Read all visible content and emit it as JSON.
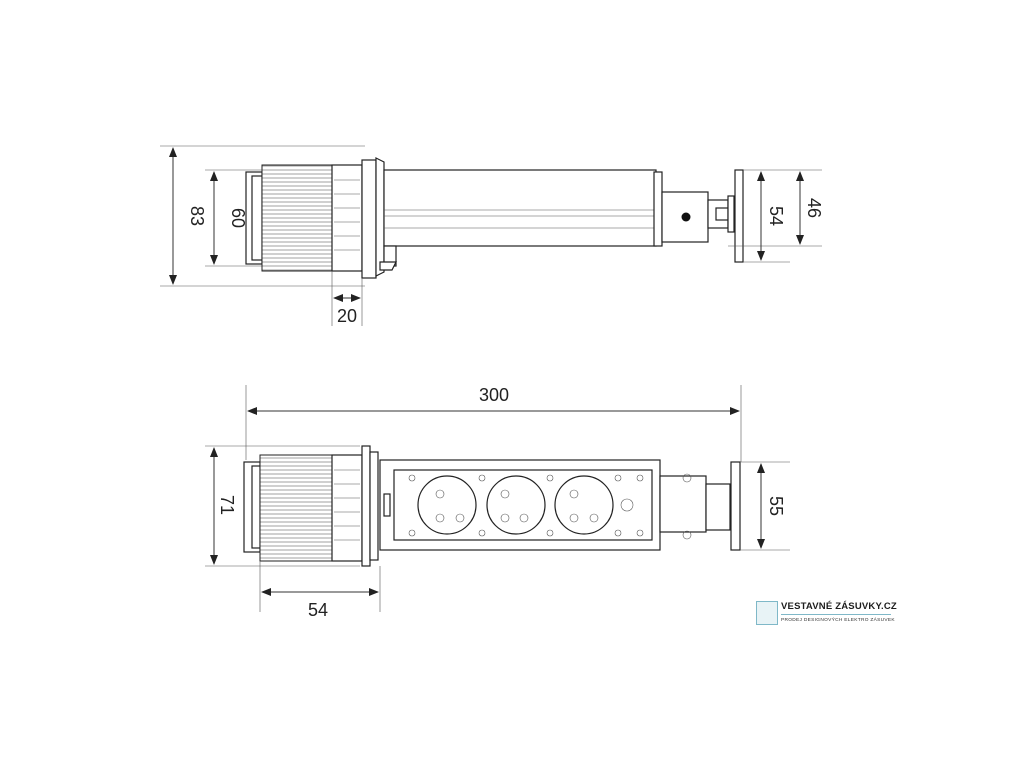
{
  "dimensions": {
    "top_view": {
      "overall_height": "83",
      "collar_diameter": "60",
      "flange_thickness": "20",
      "cap_height": "54",
      "end_height": "46"
    },
    "side_view": {
      "total_length": "300",
      "collar_height": "71",
      "collar_length": "54",
      "end_height": "55"
    }
  },
  "logo": {
    "title": "VESTAVNÉ ZÁSUVKY.CZ",
    "subtitle": "PRODEJ DESIGNOVÝCH ELEKTRO ZÁSUVEK"
  },
  "colors": {
    "line": "#222222",
    "accent": "#7fb8c8"
  }
}
